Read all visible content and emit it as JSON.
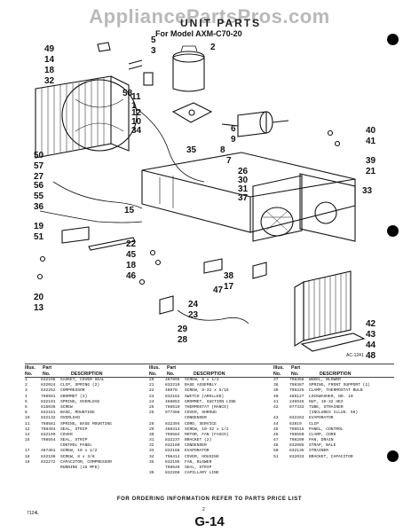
{
  "watermark": "AppliancePartsPros.com",
  "header": {
    "unit_parts": "UNIT PARTS",
    "model": "For Model AXM-C70-20"
  },
  "drawing_code": "AC-1241",
  "callouts": [
    "49",
    "5",
    "3",
    "2",
    "14",
    "18",
    "32",
    "58",
    "1",
    "11",
    "12",
    "10",
    "34",
    "6",
    "9",
    "8",
    "35",
    "50",
    "57",
    "27",
    "26",
    "30",
    "31",
    "56",
    "55",
    "36",
    "15",
    "7",
    "40",
    "41",
    "39",
    "21",
    "37",
    "33",
    "19",
    "51",
    "22",
    "45",
    "18",
    "46",
    "47",
    "20",
    "13",
    "38",
    "17",
    "24",
    "23",
    "29",
    "28",
    "42",
    "43",
    "44",
    "48"
  ],
  "table_headers": {
    "illus": "Illus.",
    "part": "Part",
    "no": "No.",
    "part_no": "No.",
    "description": "DESCRIPTION"
  },
  "parts_col1": [
    {
      "n": "1",
      "p": "832198",
      "d": "GASKET, COVER SEAL"
    },
    {
      "n": "2",
      "p": "832024",
      "d": "CLIP, SPRING (2)"
    },
    {
      "n": "3",
      "p": "832252",
      "d": "COMPRESSOR"
    },
    {
      "n": "4",
      "p": "798591",
      "d": "GROMMET (3)"
    },
    {
      "n": "5",
      "p": "832191",
      "d": "SPRING, OVERLOAD"
    },
    {
      "n": "6",
      "p": "815036",
      "d": "SCREW"
    },
    {
      "n": "8",
      "p": "832161",
      "d": "BASE, MOUNTING"
    },
    {
      "n": "10",
      "p": "832132",
      "d": "OVERLOAD"
    },
    {
      "n": "11",
      "p": "798581",
      "d": "SPRING, BASE MOUNTING"
    },
    {
      "n": "12",
      "p": "798494",
      "d": "SEAL, STRIP"
    },
    {
      "n": "14",
      "p": "832199",
      "d": "COVER"
    },
    {
      "n": "15",
      "p": "798554",
      "d": "SEAL, STRIP"
    },
    {
      "n": "",
      "p": "",
      "d": "CONTROL PANEL"
    },
    {
      "n": "17",
      "p": "487361",
      "d": "SCREW, 10 x 1/2"
    },
    {
      "n": "18",
      "p": "832196",
      "d": "SCREW, 8 x 3/8"
    },
    {
      "n": "19",
      "p": "832272",
      "d": "CAPACITOR, COMPRESSOR"
    },
    {
      "n": "",
      "p": "",
      "d": "RUNNING (15 MFD)"
    }
  ],
  "parts_col2": [
    {
      "n": "20",
      "p": "487895",
      "d": "SCREW, 8 x 1/2"
    },
    {
      "n": "21",
      "p": "832210",
      "d": "BASE ASSEMBLY"
    },
    {
      "n": "22",
      "p": "46078",
      "d": "SCREW, 8-32 x 5/16"
    },
    {
      "n": "23",
      "p": "832162",
      "d": "SWITCH (AROLLED)"
    },
    {
      "n": "24",
      "p": "466053",
      "d": "GROMMET, SUCTION LINE"
    },
    {
      "n": "25",
      "p": "798510",
      "d": "THERMOSTAT (RANCO)"
    },
    {
      "n": "26",
      "p": "977388",
      "d": "COVER, SHROUD"
    },
    {
      "n": "",
      "p": "",
      "d": "CONDENSER"
    },
    {
      "n": "28",
      "p": "832394",
      "d": "CORD, SERVICE"
    },
    {
      "n": "29",
      "p": "488314",
      "d": "SCREW, 10-32 x 1/2"
    },
    {
      "n": "30",
      "p": "798584",
      "d": "MOTOR, FAN (FASCO)"
    },
    {
      "n": "31",
      "p": "832237",
      "d": "BRACKET (2)"
    },
    {
      "n": "32",
      "p": "832180",
      "d": "CONDENSER"
    },
    {
      "n": "33",
      "p": "832168",
      "d": "EVAPORATOR"
    },
    {
      "n": "34",
      "p": "798414",
      "d": "COVER, HOUSING"
    },
    {
      "n": "35",
      "p": "832195",
      "d": "FAN, BLOWER"
    },
    {
      "n": "",
      "p": "798546",
      "d": "SEAL, STRIP"
    },
    {
      "n": "36",
      "p": "832266",
      "d": "CAPILLARY LINE"
    }
  ],
  "parts_col3": [
    {
      "n": "37",
      "p": "798358",
      "d": "WHEEL, BLOWER"
    },
    {
      "n": "38",
      "p": "798387",
      "d": "SPRING, FRONT SUPPORT (2)"
    },
    {
      "n": "39",
      "p": "798225",
      "d": "CLAMP, THERMOSTAT BULB"
    },
    {
      "n": "40",
      "p": "486127",
      "d": "LOCKWASHER, NO. 10"
    },
    {
      "n": "41",
      "p": "246945",
      "d": "NUT, 10-32 HEX"
    },
    {
      "n": "42",
      "p": "977333",
      "d": "TUBE, STRAINER"
    },
    {
      "n": "",
      "p": "",
      "d": "(INCLUDES ILLUS. 50)"
    },
    {
      "n": "43",
      "p": "832263",
      "d": "EVAPORATOR"
    },
    {
      "n": "44",
      "p": "83819",
      "d": "CLIP"
    },
    {
      "n": "45",
      "p": "798515",
      "d": "PANEL, CONTROL"
    },
    {
      "n": "46",
      "p": "798550",
      "d": "CLAMP, CORD"
    },
    {
      "n": "47",
      "p": "798290",
      "d": "PAN, DRAIN"
    },
    {
      "n": "48",
      "p": "832085",
      "d": "STRAP, BALE"
    },
    {
      "n": "50",
      "p": "832135",
      "d": "STRAINER"
    },
    {
      "n": "51",
      "p": "832033",
      "d": "BRACKET, CAPACITOR"
    }
  ],
  "footer": {
    "note": "FOR ORDERING INFORMATION REFER TO PARTS PRICE LIST",
    "left_code": "7124L",
    "page_number": "2",
    "section_code": "G-14"
  }
}
